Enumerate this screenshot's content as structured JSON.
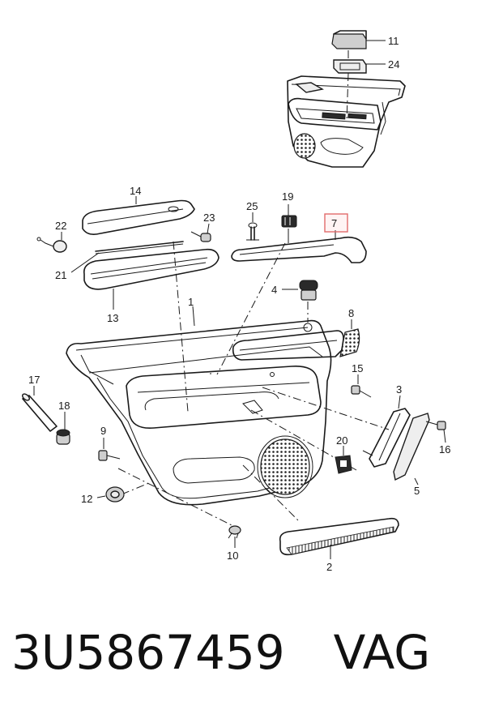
{
  "callouts": [
    "11",
    "24",
    "14",
    "25",
    "19",
    "7",
    "22",
    "23",
    "21",
    "13",
    "4",
    "1",
    "8",
    "17",
    "18",
    "15",
    "3",
    "9",
    "20",
    "16",
    "12",
    "5",
    "10",
    "2"
  ],
  "highlighted_callout": "7",
  "highlight_color": "#e06b6b",
  "footer": {
    "part_number": "3U5867459",
    "brand": "VAG"
  }
}
